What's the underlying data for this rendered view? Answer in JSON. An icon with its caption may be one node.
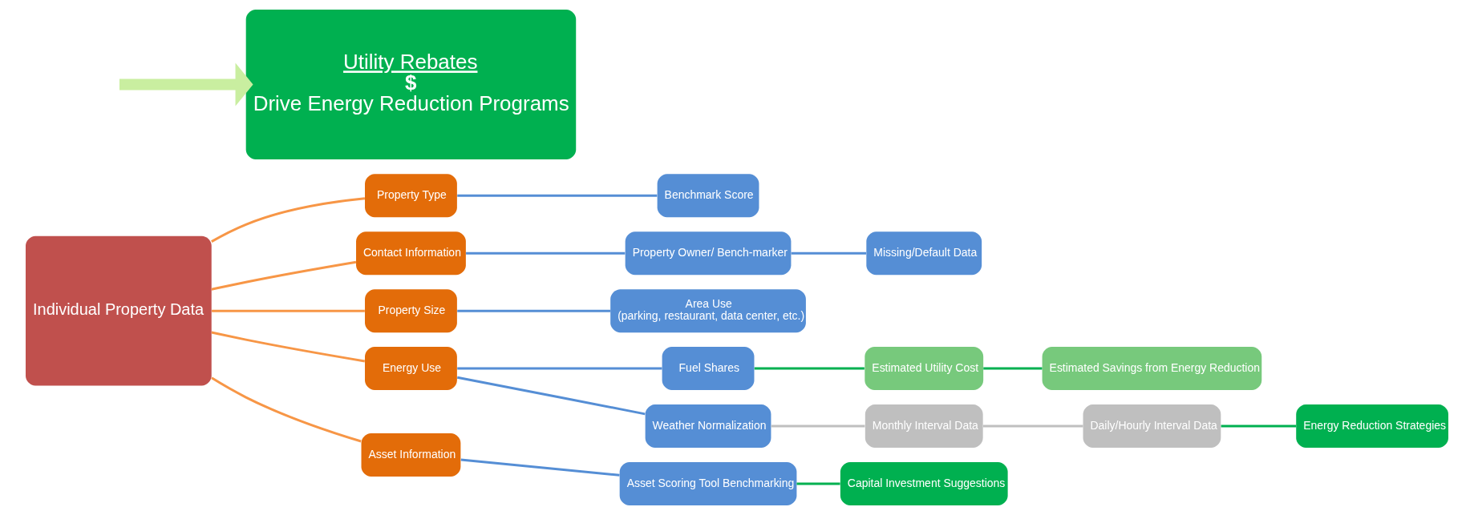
{
  "diagram": {
    "nodes": [
      {
        "text": [
          "Individual Property Data"
        ]
      },
      {
        "text": [
          "Property Type"
        ]
      },
      {
        "text": [
          "Contact Information"
        ]
      },
      {
        "text": [
          "Property Size"
        ]
      },
      {
        "text": [
          "Energy Use"
        ]
      },
      {
        "text": [
          "Asset Information"
        ]
      },
      {
        "text": [
          "Benchmark Score"
        ]
      },
      {
        "text": [
          "Property Owner/ Bench-marker"
        ]
      },
      {
        "text": [
          "Missing/Default Data"
        ]
      },
      {
        "text": [
          "Area Use",
          "(parking, restaurant, data center, etc.)"
        ]
      },
      {
        "text": [
          "Fuel Shares"
        ]
      },
      {
        "text": [
          "Estimated Utility Cost"
        ]
      },
      {
        "text": [
          "Estimated Savings from Energy Reduction"
        ]
      },
      {
        "text": [
          "Weather Normalization"
        ]
      },
      {
        "text": [
          "Monthly Interval Data"
        ]
      },
      {
        "text": [
          "Daily/Hourly Interval Data"
        ]
      },
      {
        "text": [
          "Energy Reduction Strategies"
        ]
      },
      {
        "text": [
          "Asset Scoring Tool Benchmarking"
        ]
      },
      {
        "text": [
          "Capital Investment Suggestions"
        ]
      },
      {
        "text": [
          "Utility Rebates",
          "$",
          "Drive Energy Reduction Programs"
        ]
      }
    ],
    "edges": [
      {
        "from": 0,
        "to": 1,
        "arrow": "none",
        "color": "#f79646"
      },
      {
        "from": 0,
        "to": 2,
        "arrow": "none",
        "color": "#f79646"
      },
      {
        "from": 0,
        "to": 3,
        "arrow": "none",
        "color": "#f79646"
      },
      {
        "from": 0,
        "to": 4,
        "arrow": "none",
        "color": "#f79646"
      },
      {
        "from": 0,
        "to": 5,
        "arrow": "none",
        "color": "#f79646"
      },
      {
        "from": 1,
        "to": 6,
        "arrow": "none"
      },
      {
        "from": 2,
        "to": 7,
        "arrow": "none"
      },
      {
        "from": 7,
        "to": 8,
        "arrow": "none"
      },
      {
        "from": 3,
        "to": 9,
        "arrow": "none"
      },
      {
        "from": 4,
        "to": 10,
        "arrow": "none"
      },
      {
        "from": 4,
        "to": 13,
        "arrow": "none"
      },
      {
        "from": 10,
        "to": 11,
        "arrow": "none",
        "color": "#00b050"
      },
      {
        "from": 11,
        "to": 12,
        "arrow": "none",
        "color": "#00b050"
      },
      {
        "from": 13,
        "to": 14,
        "arrow": "none",
        "color": "#bfbfbf"
      },
      {
        "from": 14,
        "to": 15,
        "arrow": "none",
        "color": "#bfbfbf"
      },
      {
        "from": 15,
        "to": 16,
        "arrow": "none",
        "color": "#00b050"
      },
      {
        "from": 5,
        "to": 17,
        "arrow": "none"
      },
      {
        "from": 17,
        "to": 18,
        "arrow": "none",
        "color": "#00b050"
      },
      {
        "from": null,
        "to": 19,
        "arrow": "to",
        "style": "thick",
        "color": "#c9eea0"
      }
    ]
  }
}
